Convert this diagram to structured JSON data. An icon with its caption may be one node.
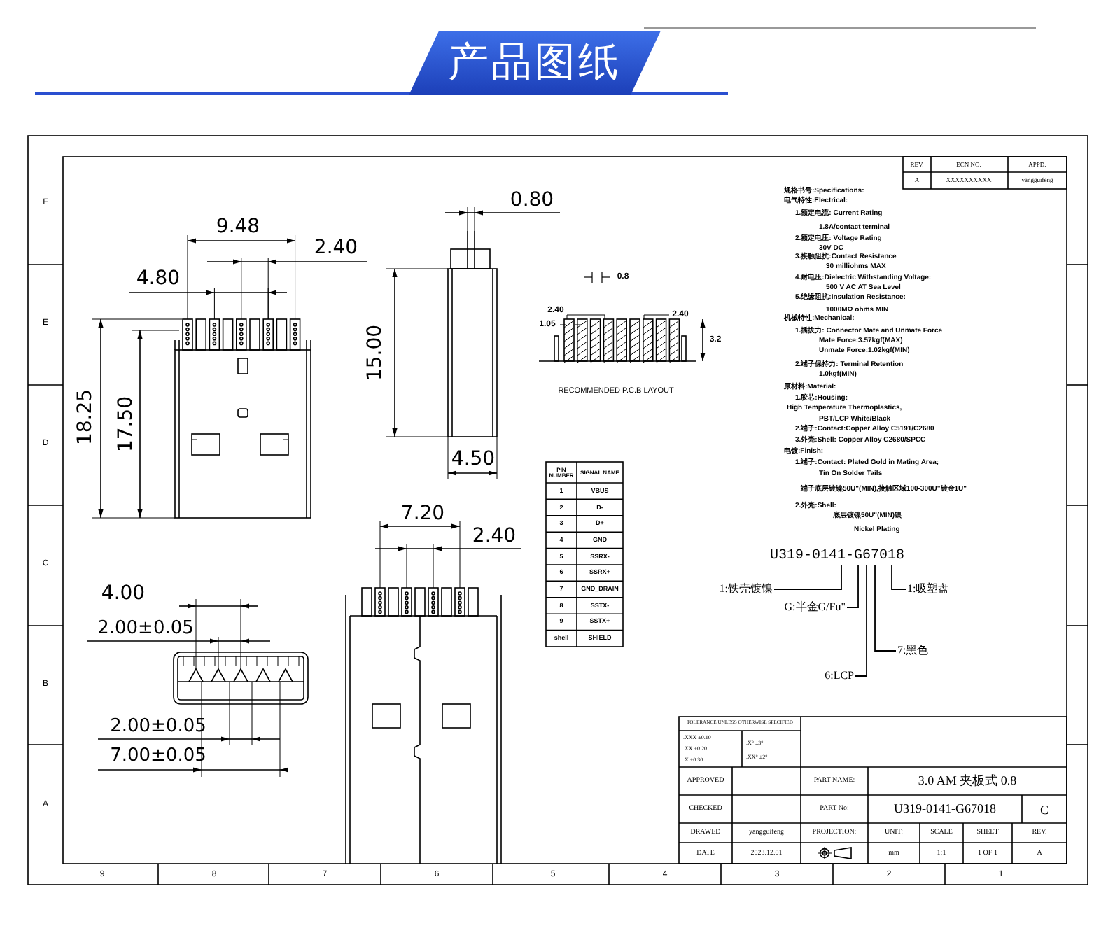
{
  "diagram": {
    "title": "产品图纸",
    "nodes": [
      {
        "text": [
          "U319-0141-G67018"
        ]
      },
      {
        "text": [
          "1:铁壳镀镍"
        ]
      },
      {
        "text": [
          "G:半金G/Fu\""
        ]
      },
      {
        "text": [
          "6:LCP"
        ]
      },
      {
        "text": [
          "7:黑色"
        ]
      },
      {
        "text": [
          "1:吸塑盘"
        ]
      }
    ],
    "edges": [
      {
        "from": 1,
        "to": 0,
        "arrow": "none"
      },
      {
        "from": 2,
        "to": 0,
        "arrow": "none"
      },
      {
        "from": 3,
        "to": 0,
        "arrow": "none"
      },
      {
        "from": 4,
        "to": 0,
        "arrow": "none"
      },
      {
        "from": 5,
        "to": 0,
        "arrow": "none"
      }
    ],
    "labels": [
      "F",
      "E",
      "D",
      "C",
      "B",
      "A",
      "9",
      "8",
      "7",
      "6",
      "5",
      "4",
      "3",
      "2",
      "1",
      "REV.",
      "ECN NO.",
      "APPD.",
      "A",
      "XXXXXXXXXX",
      "yangguifeng",
      "规格书号:Specifications:",
      "电气特性:Electrical:",
      "1.额定电流: Current Rating",
      "1.8A/contact terminal",
      "2.额定电压: Voltage Rating",
      "30V DC",
      "3.接触阻抗:Contact Resistance",
      "30 milliohms MAX",
      "4.耐电压:Dielectric Withstanding Voltage:",
      "500 V AC AT Sea Level",
      "5.绝缘阻抗:Insulation Resistance:",
      "1000MΩ ohms MIN",
      "机械特性:Mechanical:",
      "1.插拔力: Connector Mate and Unmate Force",
      "Mate Force:3.57kgf(MAX)",
      "Unmate Force:1.02kgf(MIN)",
      "2.端子保持力: Terminal Retention",
      "1.0kgf(MIN)",
      "原材料:Material:",
      "1.胶芯:Housing:",
      "High Temperature  Thermoplastics,",
      "PBT/LCP White/Black",
      "2.端子:Contact:Copper Alloy C5191/C2680",
      "3.外壳:Shell: Copper Alloy C2680/SPCC",
      "电镀:Finish:",
      "1.端子:Contact: Plated Gold in Mating Area;",
      "Tin On Solder Tails",
      "端子底层镀镍50U\"(MIN),接触区域100-300U\"镀金1U\"",
      "2.外壳:Shell:",
      "底层镀镍50U\"(MIN)镍",
      "Nickel Plating",
      "0.80",
      "9.48",
      "2.40",
      "4.80",
      "15.00",
      "18.25",
      "17.50",
      "4.50",
      "0.8",
      "2.40",
      "1.05",
      "2.40",
      "3.2",
      "RECOMMENDED P.C.B LAYOUT",
      "PIN NUMBER",
      "SIGNAL NAME",
      "1",
      "VBUS",
      "2",
      "D-",
      "3",
      "D+",
      "4",
      "GND",
      "5",
      "SSRX-",
      "6",
      "SSRX+",
      "7",
      "GND_DRAIN",
      "8",
      "SSTX-",
      "9",
      "SSTX+",
      "shell",
      "SHIELD",
      "7.20",
      "2.40",
      "4.00",
      "2.00±0.05",
      "2.00±0.05",
      "7.00±0.05",
      "TOLERANCE UNLESS OTHERWISE SPECIFIED",
      ".XXX ±0.10",
      ".XX ±0.20",
      ".X ±0.30",
      ".X° ±3°",
      ".XX° ±2°",
      "APPROVED",
      "PART NAME:",
      "3.0 AM 夹板式 0.8",
      "CHECKED",
      "PART No:",
      "U319-0141-G67018",
      "C",
      "DRAWED",
      "yangguifeng",
      "PROJECTION:",
      "UNIT:",
      "SCALE",
      "SHEET",
      "REV.",
      "DATE",
      "2023.12.01",
      "mm",
      "1:1",
      "1 OF 1",
      "A"
    ]
  }
}
